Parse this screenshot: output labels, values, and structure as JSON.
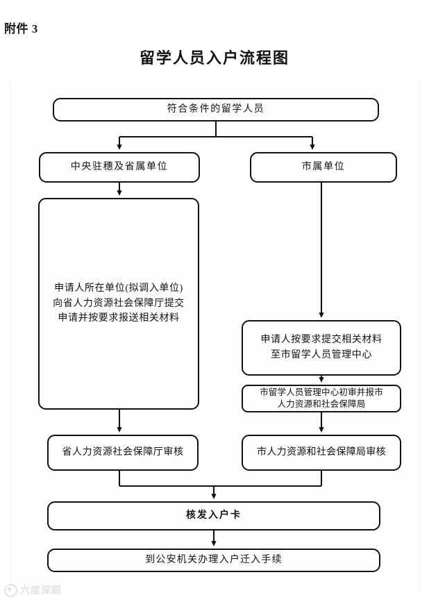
{
  "document": {
    "attachment_label": "附件 3",
    "title": "留学人员入户流程图"
  },
  "watermark": {
    "icon": "camera-circle-icon",
    "text": "六度深眼"
  },
  "flowchart": {
    "type": "flowchart",
    "orientation": "top-to-bottom",
    "nodes": {
      "eligible": "符合条件的留学人员",
      "central_provincial_unit": "中央驻穗及省属单位",
      "municipal_unit": "市属单位",
      "provincial_apply": "申请人所在单位(拟调入单位)\n向省人力资源社会保障厅提交\n申请并按要求报送相关材料",
      "city_submit": "申请人按要求提交相关材料\n至市留学人员管理中心",
      "city_first_review": "市留学人员管理中心初审并报市\n人力资源和社会保障局",
      "provincial_audit": "省人力资源社会保障厅审核",
      "city_audit": "市人力资源和社会保障局审核",
      "issue_card": "核发入户卡",
      "police_procedure": "到公安机关办理入户迁入手续"
    },
    "edges": [
      {
        "from": "eligible",
        "to": "central_provincial_unit"
      },
      {
        "from": "eligible",
        "to": "municipal_unit"
      },
      {
        "from": "central_provincial_unit",
        "to": "provincial_apply"
      },
      {
        "from": "municipal_unit",
        "to": "city_submit"
      },
      {
        "from": "city_submit",
        "to": "city_first_review"
      },
      {
        "from": "provincial_apply",
        "to": "provincial_audit"
      },
      {
        "from": "city_first_review",
        "to": "city_audit"
      },
      {
        "from": "provincial_audit",
        "to": "issue_card"
      },
      {
        "from": "city_audit",
        "to": "issue_card"
      },
      {
        "from": "issue_card",
        "to": "police_procedure"
      }
    ],
    "colors": {
      "node_border": "#111111",
      "node_fill": "#fdfdfd",
      "connector": "#111111",
      "text": "#121212"
    }
  }
}
